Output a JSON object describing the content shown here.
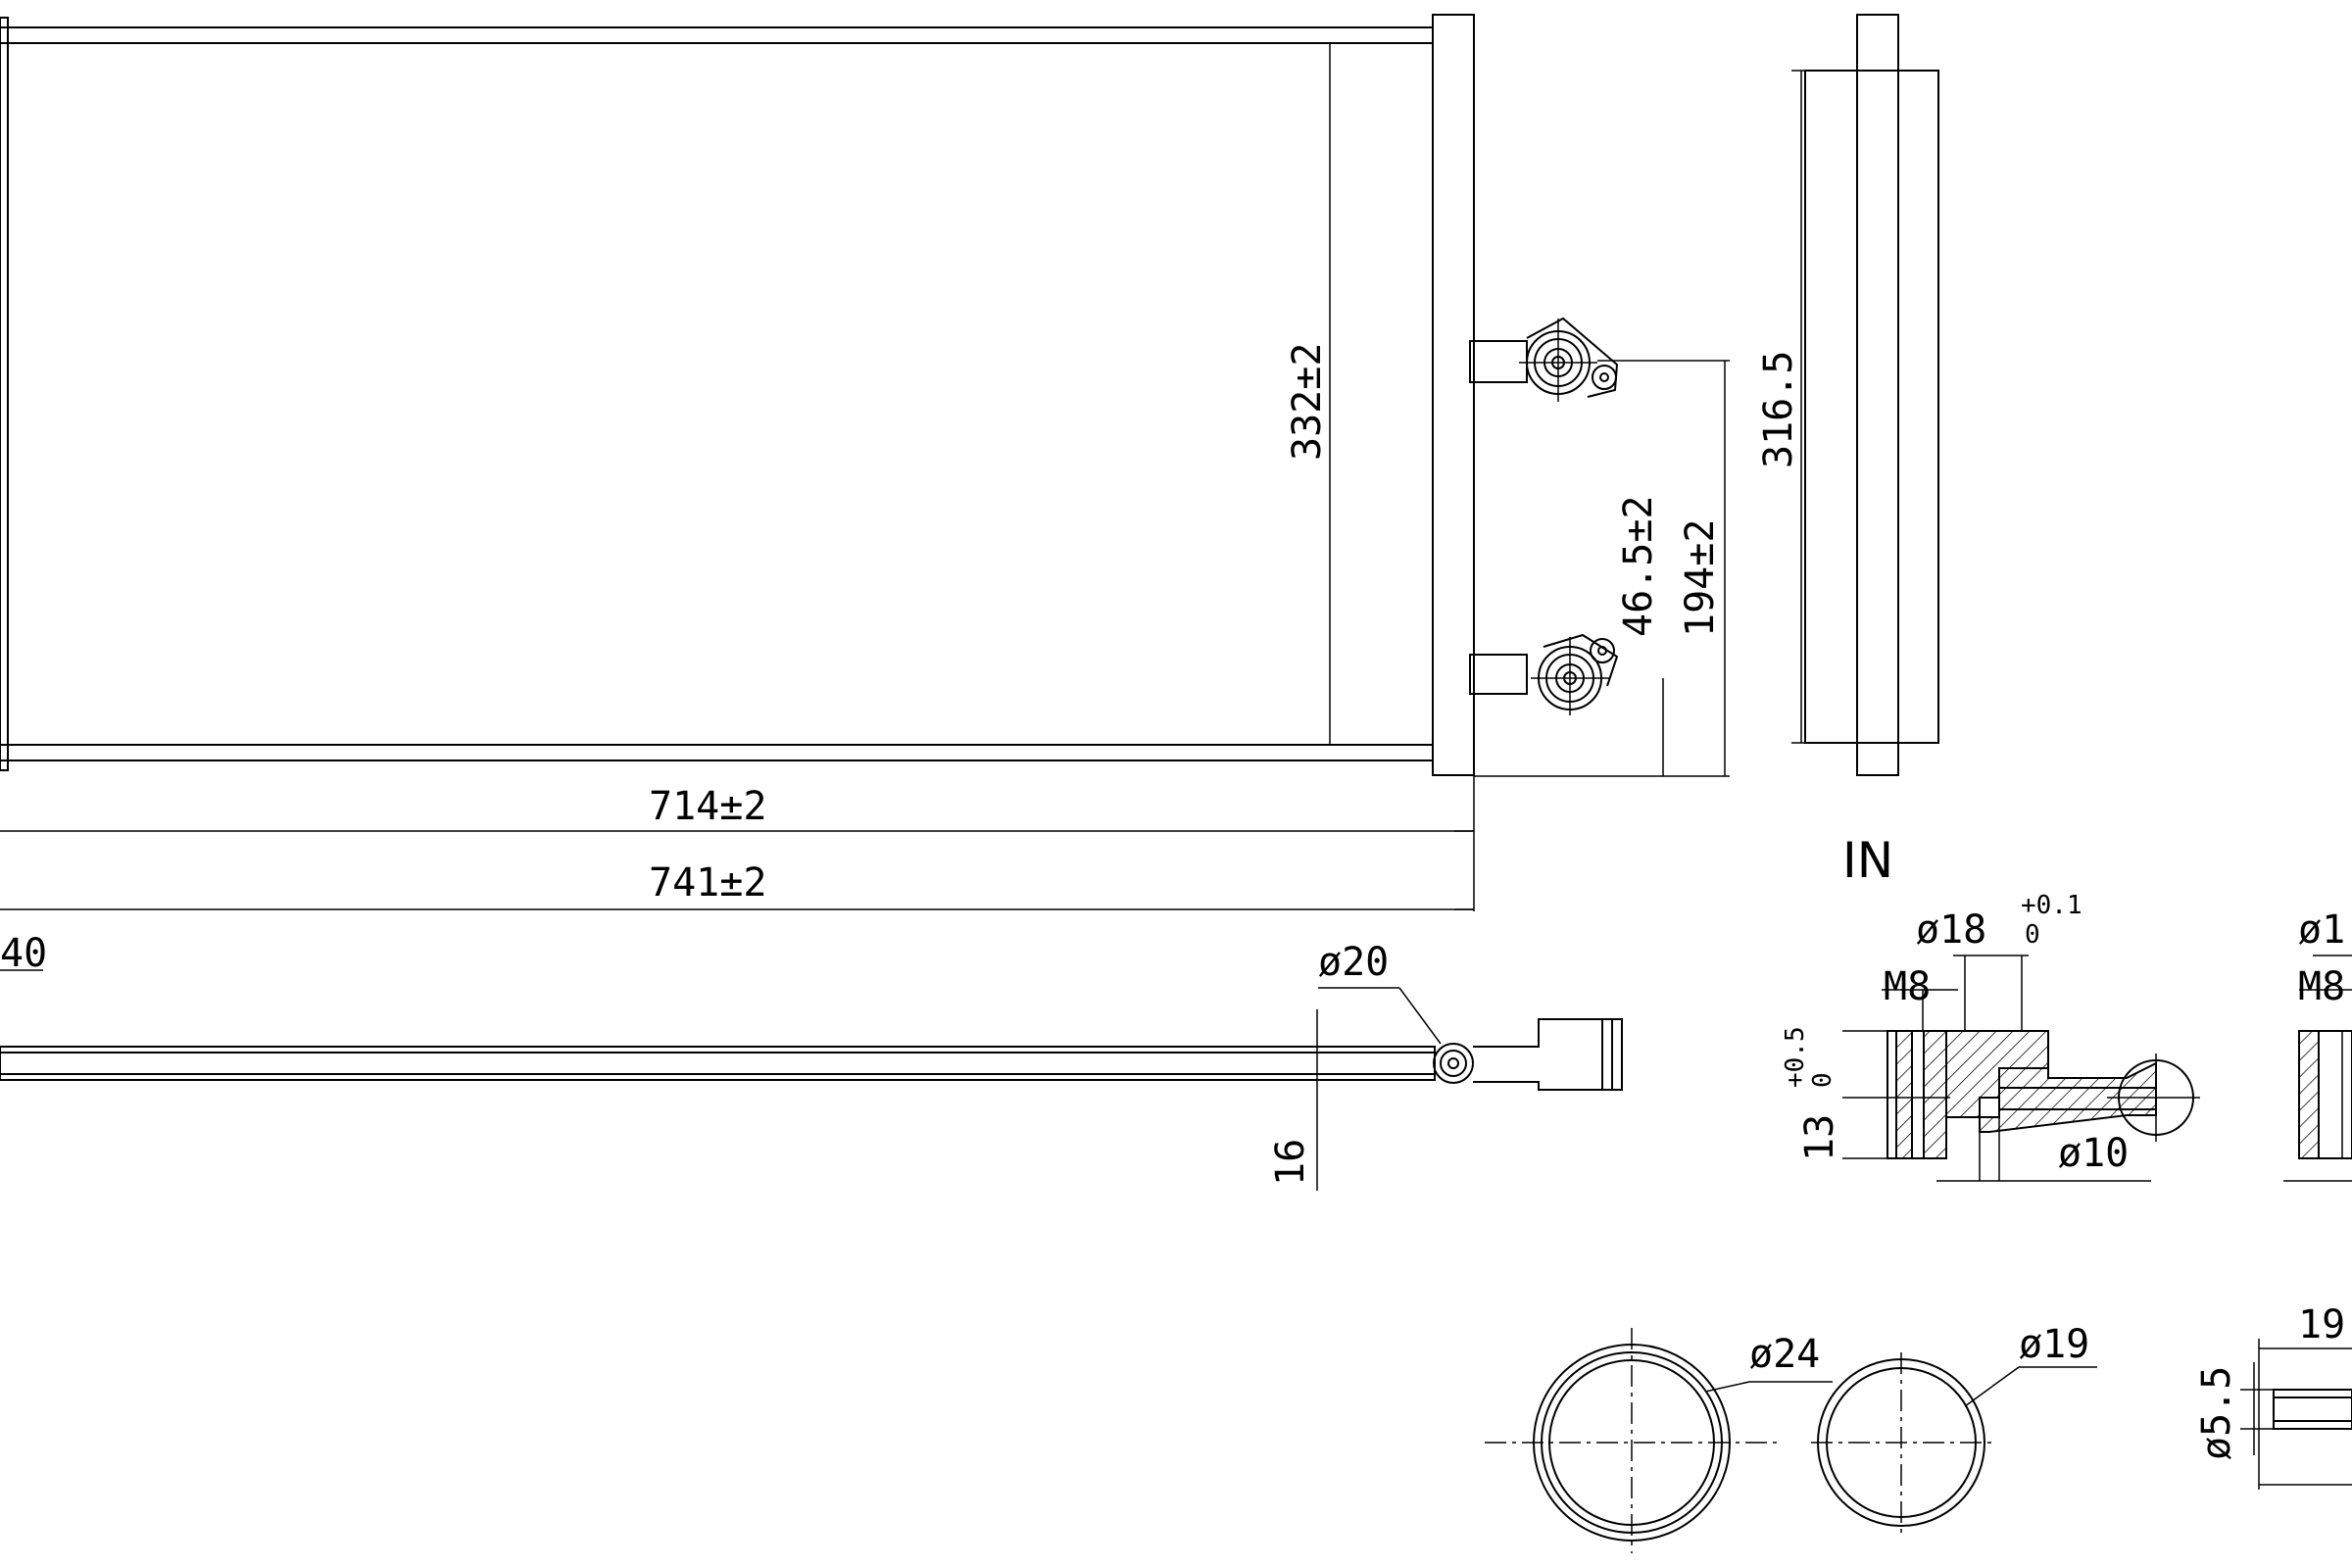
{
  "dimensions": {
    "height_332": "332±2",
    "length_714": "714±2",
    "length_741": "741±2",
    "depth_40": "40",
    "height_316_5": "316.5",
    "height_194": "194±2",
    "offset_46_5": "46.5±2",
    "diameter_20": "ø20",
    "thickness_16": "16",
    "diameter_18": "ø18",
    "tol_18_upper": "+0.1",
    "tol_18_lower": "0",
    "thread_m8": "M8",
    "height_13": "13",
    "tol_13_upper": "+0.5",
    "tol_13_lower": "0",
    "diameter_10": "ø10",
    "diameter_1_partial": "ø1",
    "thread_m8_partial": "M8",
    "diameter_24": "ø24",
    "diameter_19": "ø19",
    "length_19_partial": "19",
    "diameter_5_5": "ø5.5"
  },
  "labels": {
    "in_label": "IN"
  }
}
